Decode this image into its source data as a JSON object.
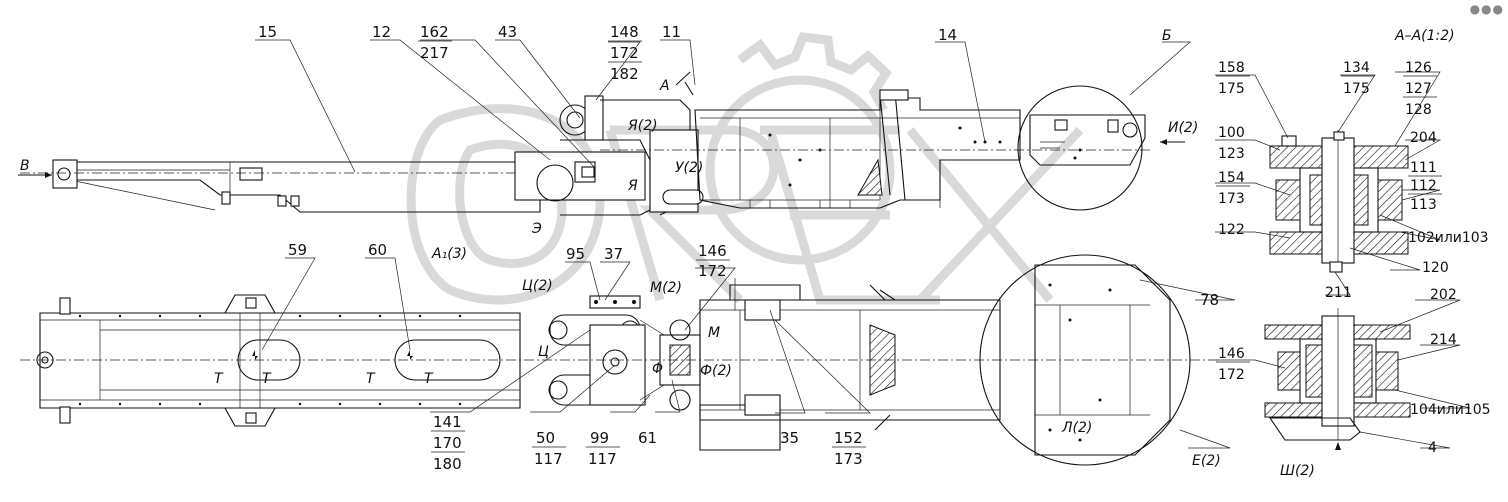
{
  "callouts": {
    "c15": "15",
    "c12": "12",
    "c162": "162",
    "c217": "217",
    "c43": "43",
    "c148": "148",
    "c172a": "172",
    "c182": "182",
    "c11": "11",
    "c14": "14",
    "c59": "59",
    "c60": "60",
    "c95": "95",
    "c37": "37",
    "c146a": "146",
    "c172b": "172",
    "c78": "78",
    "c141": "141",
    "c170": "170",
    "c180": "180",
    "c50": "50",
    "c117a": "117",
    "c99": "99",
    "c117b": "117",
    "c61": "61",
    "c35": "35",
    "c152": "152",
    "c173a": "173"
  },
  "view_labels": {
    "b_view": "В",
    "a_arrow": "А",
    "ya2": "Я(2)",
    "u2": "У(2)",
    "ya": "Я",
    "a1_3": "A₁(3)",
    "e": "Э",
    "i2": "И(2)",
    "b_detail": "Б",
    "ts2": "Ц(2)",
    "m2": "М(2)",
    "ts": "Ц",
    "m": "М",
    "f2": "Ф(2)",
    "phi": "Φ",
    "t1": "Т",
    "t2": "Т",
    "t3": "Т",
    "t4": "Т",
    "l2": "Л(2)",
    "e2": "Е(2)",
    "sh2": "Ш(2)"
  },
  "section": {
    "title": "А–А(1:2)",
    "upper_labels": {
      "c158": "158",
      "c175a": "175",
      "c134": "134",
      "c175b": "175",
      "c126": "126",
      "c127": "127",
      "c128": "128",
      "c100": "100",
      "c204": "204",
      "c123": "123",
      "c111": "111",
      "c154": "154",
      "c112": "112",
      "c173": "173",
      "c113": "113",
      "c122": "122",
      "c102or103": "102или103",
      "c120": "120",
      "c211": "211"
    },
    "lower_labels": {
      "c202": "202",
      "c146": "146",
      "c214": "214",
      "c172": "172",
      "c104or105": "104или105",
      "c4": "4"
    }
  },
  "watermark": "OREX",
  "icons": [
    "dots-menu-icon"
  ]
}
